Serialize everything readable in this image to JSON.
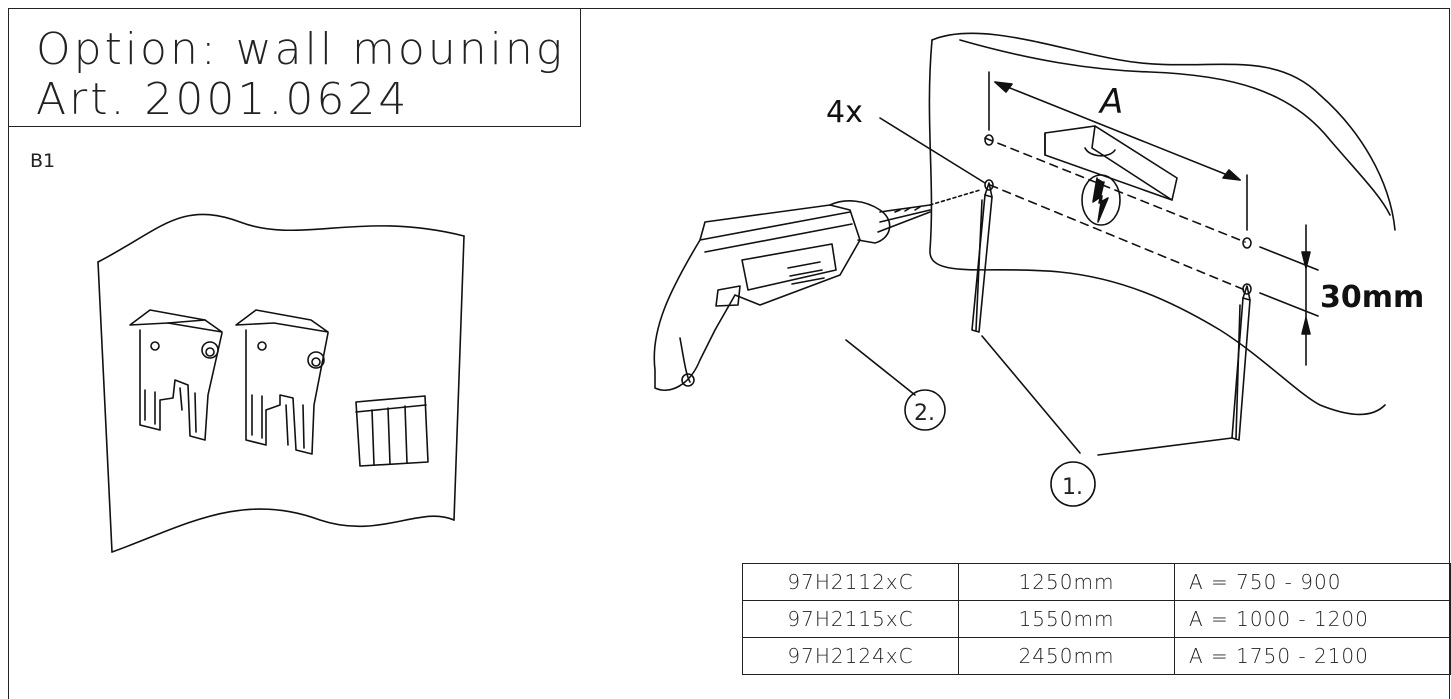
{
  "header": {
    "title_line1": "Option: wall mouning",
    "title_line2": "Art. 2001.0624",
    "step_label": "B1"
  },
  "callouts": {
    "quantity": "4x",
    "dimension_a": "A",
    "spacing": "30mm",
    "item1": "1.",
    "item2": "2."
  },
  "spec_table": {
    "rows": [
      [
        "97H2112xC",
        "1250mm",
        "A = 750 - 900"
      ],
      [
        "97H2115xC",
        "1550mm",
        "A = 1000 - 1200"
      ],
      [
        "97H2124xC",
        "2450mm",
        "A = 1750 - 2100"
      ]
    ]
  }
}
